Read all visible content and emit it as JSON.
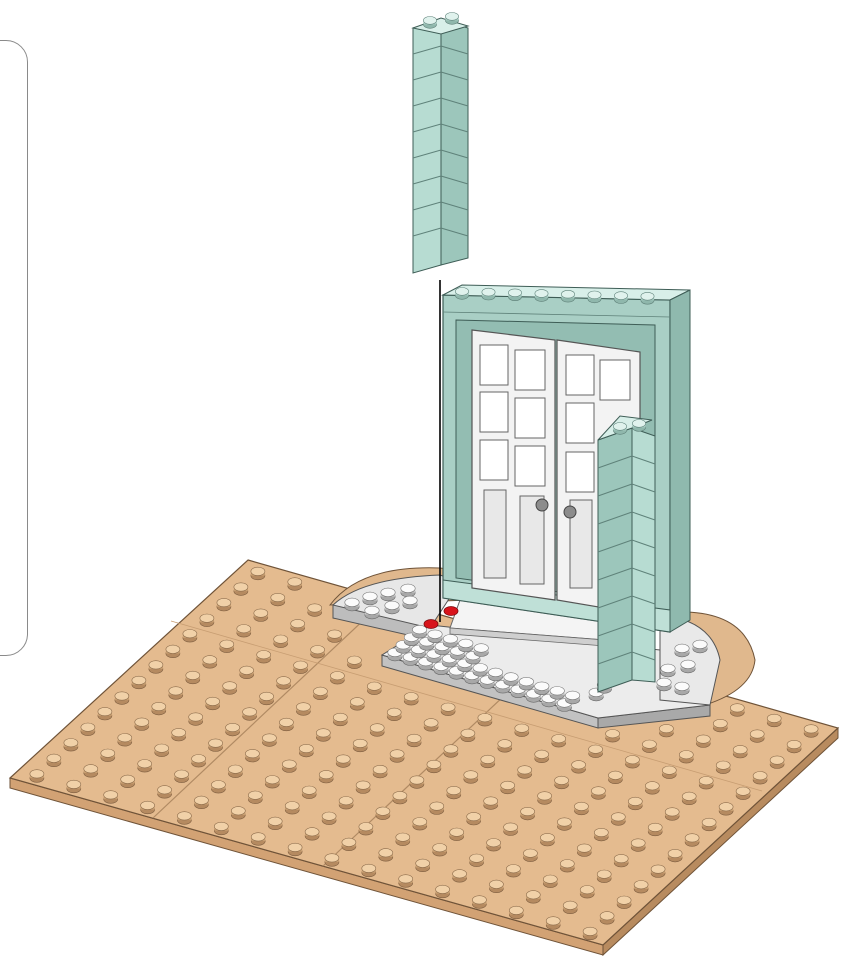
{
  "instruction": {
    "step_title": "",
    "parts_callout_items": [],
    "assembly": {
      "baseplate": {
        "color": "#e2b98d",
        "studs_across": 16,
        "studs_deep": 14
      },
      "threshold_plates": {
        "color": "#dcdcdc"
      },
      "door_frame": {
        "color": "#bfe0d7"
      },
      "doors": {
        "color": "#f3f3f3",
        "count": 2
      },
      "pillar_brick": {
        "color": "#bfe0d7"
      },
      "new_brick": {
        "color": "#bfe0d7",
        "placement_marker_color": "#d8141b"
      }
    }
  }
}
